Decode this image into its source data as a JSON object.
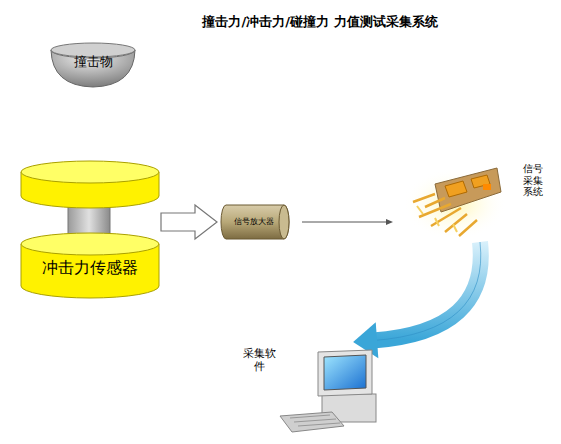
{
  "diagram": {
    "title": "撞击力/冲击力/碰撞力 力值测试采集系统",
    "nodes": [
      {
        "text": [
          "撞击物"
        ]
      },
      {
        "text": [
          "冲击力传感器"
        ]
      },
      {
        "text": [
          "信号放大器"
        ]
      },
      {
        "text": [
          "信号采集系统"
        ]
      },
      {
        "text": [
          "采集软件"
        ]
      }
    ],
    "edges": [
      {
        "from": 1,
        "to": 2,
        "arrow": "to"
      },
      {
        "from": 2,
        "to": 3,
        "arrow": "to"
      },
      {
        "from": 3,
        "to": 4,
        "arrow": "to"
      }
    ]
  }
}
